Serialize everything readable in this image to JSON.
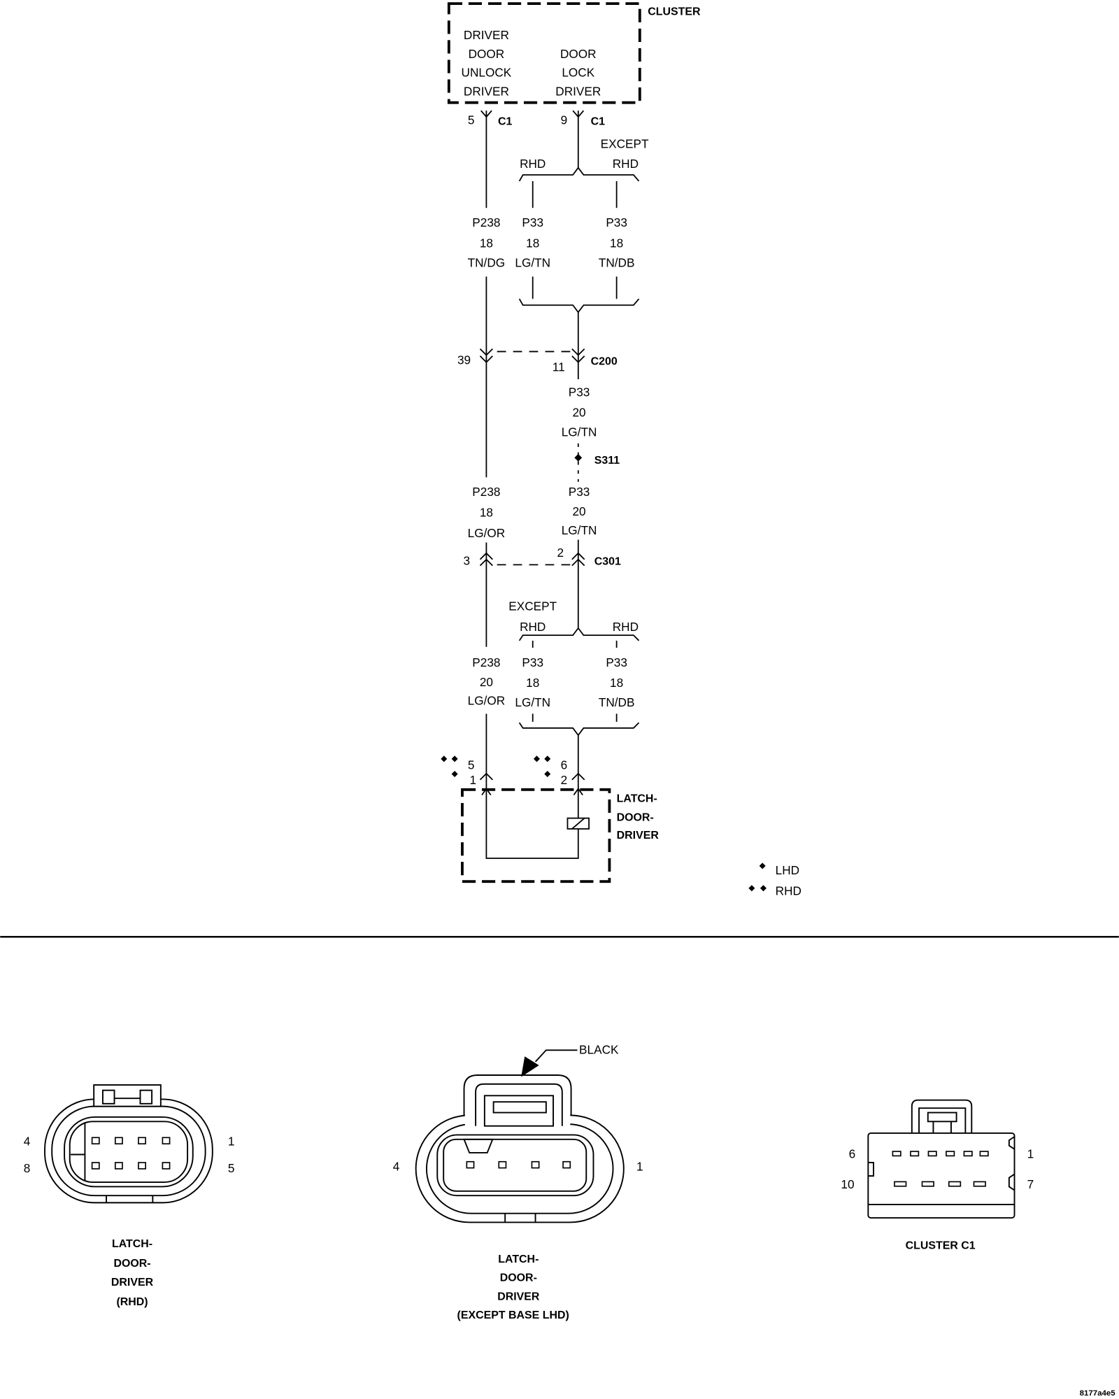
{
  "cluster": {
    "name": "CLUSTER",
    "unlock_output": [
      "DRIVER",
      "DOOR",
      "UNLOCK",
      "DRIVER"
    ],
    "lock_output": [
      "DOOR",
      "LOCK",
      "DRIVER"
    ],
    "unlock_pin": "5",
    "lock_pin": "9",
    "connector": "C1"
  },
  "upper_split": {
    "left_condition": "RHD",
    "right_condition": [
      "EXCEPT",
      "RHD"
    ]
  },
  "upper_wires": {
    "unlock": [
      "P238",
      "18",
      "TN/DG"
    ],
    "lock_rhd": [
      "P33",
      "18",
      "LG/TN"
    ],
    "lock_except_rhd": [
      "P33",
      "18",
      "TN/DB"
    ]
  },
  "c200": {
    "name": "C200",
    "unlock_pin": "39",
    "lock_pin": "11"
  },
  "lock_wire_c200": [
    "P33",
    "20",
    "LG/TN"
  ],
  "splice": "S311",
  "mid_wires": {
    "unlock": [
      "P238",
      "18",
      "LG/OR"
    ],
    "lock": [
      "P33",
      "20",
      "LG/TN"
    ]
  },
  "c301": {
    "name": "C301",
    "unlock_pin": "3",
    "lock_pin": "2"
  },
  "lower_split": {
    "left_condition": [
      "EXCEPT",
      "RHD"
    ],
    "right_condition": "RHD"
  },
  "lower_wires": {
    "unlock": [
      "P238",
      "20",
      "LG/OR"
    ],
    "lock_except_rhd": [
      "P33",
      "18",
      "LG/TN"
    ],
    "lock_rhd": [
      "P33",
      "18",
      "TN/DB"
    ]
  },
  "latch": {
    "name": [
      "LATCH-",
      "DOOR-",
      "DRIVER"
    ],
    "unlock_pins": [
      "5",
      "1"
    ],
    "lock_pins": [
      "6",
      "2"
    ]
  },
  "legend": {
    "single_dot": "LHD",
    "double_dot": "RHD"
  },
  "connector_views": {
    "latch_rhd": {
      "pins": [
        "4",
        "1",
        "8",
        "5"
      ],
      "caption": [
        "LATCH-",
        "DOOR-",
        "DRIVER",
        "(RHD)"
      ]
    },
    "latch_except_base_lhd": {
      "color_callout": "BLACK",
      "pins": [
        "4",
        "1"
      ],
      "caption": [
        "LATCH-",
        "DOOR-",
        "DRIVER",
        "(EXCEPT BASE LHD)"
      ]
    },
    "cluster_c1": {
      "pins": [
        "6",
        "1",
        "10",
        "7"
      ],
      "caption": "CLUSTER C1"
    }
  },
  "figure_id": "8177a4e5",
  "colors": {
    "ink": "#000000",
    "paper": "#ffffff"
  }
}
